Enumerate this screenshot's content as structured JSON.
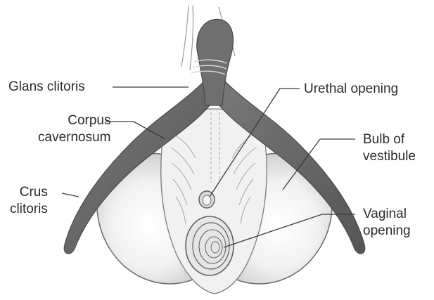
{
  "labels": {
    "glans_clitoris": "Glans clitoris",
    "urethral_opening": "Urethal opening",
    "corpus_cavernosum": [
      "Corpus",
      "cavernosum"
    ],
    "bulb_of_vestibule": [
      "Bulb of",
      "vestibule"
    ],
    "crus_clitoris": [
      "Crus",
      "clitoris"
    ],
    "vaginal_opening": [
      "Vaginal",
      "opening"
    ]
  },
  "colors": {
    "clitoris_body": "#6b6b6b",
    "bulb_fill": "#e4e4e4",
    "line": "#3a3a3a",
    "text": "#2a2a2a"
  }
}
